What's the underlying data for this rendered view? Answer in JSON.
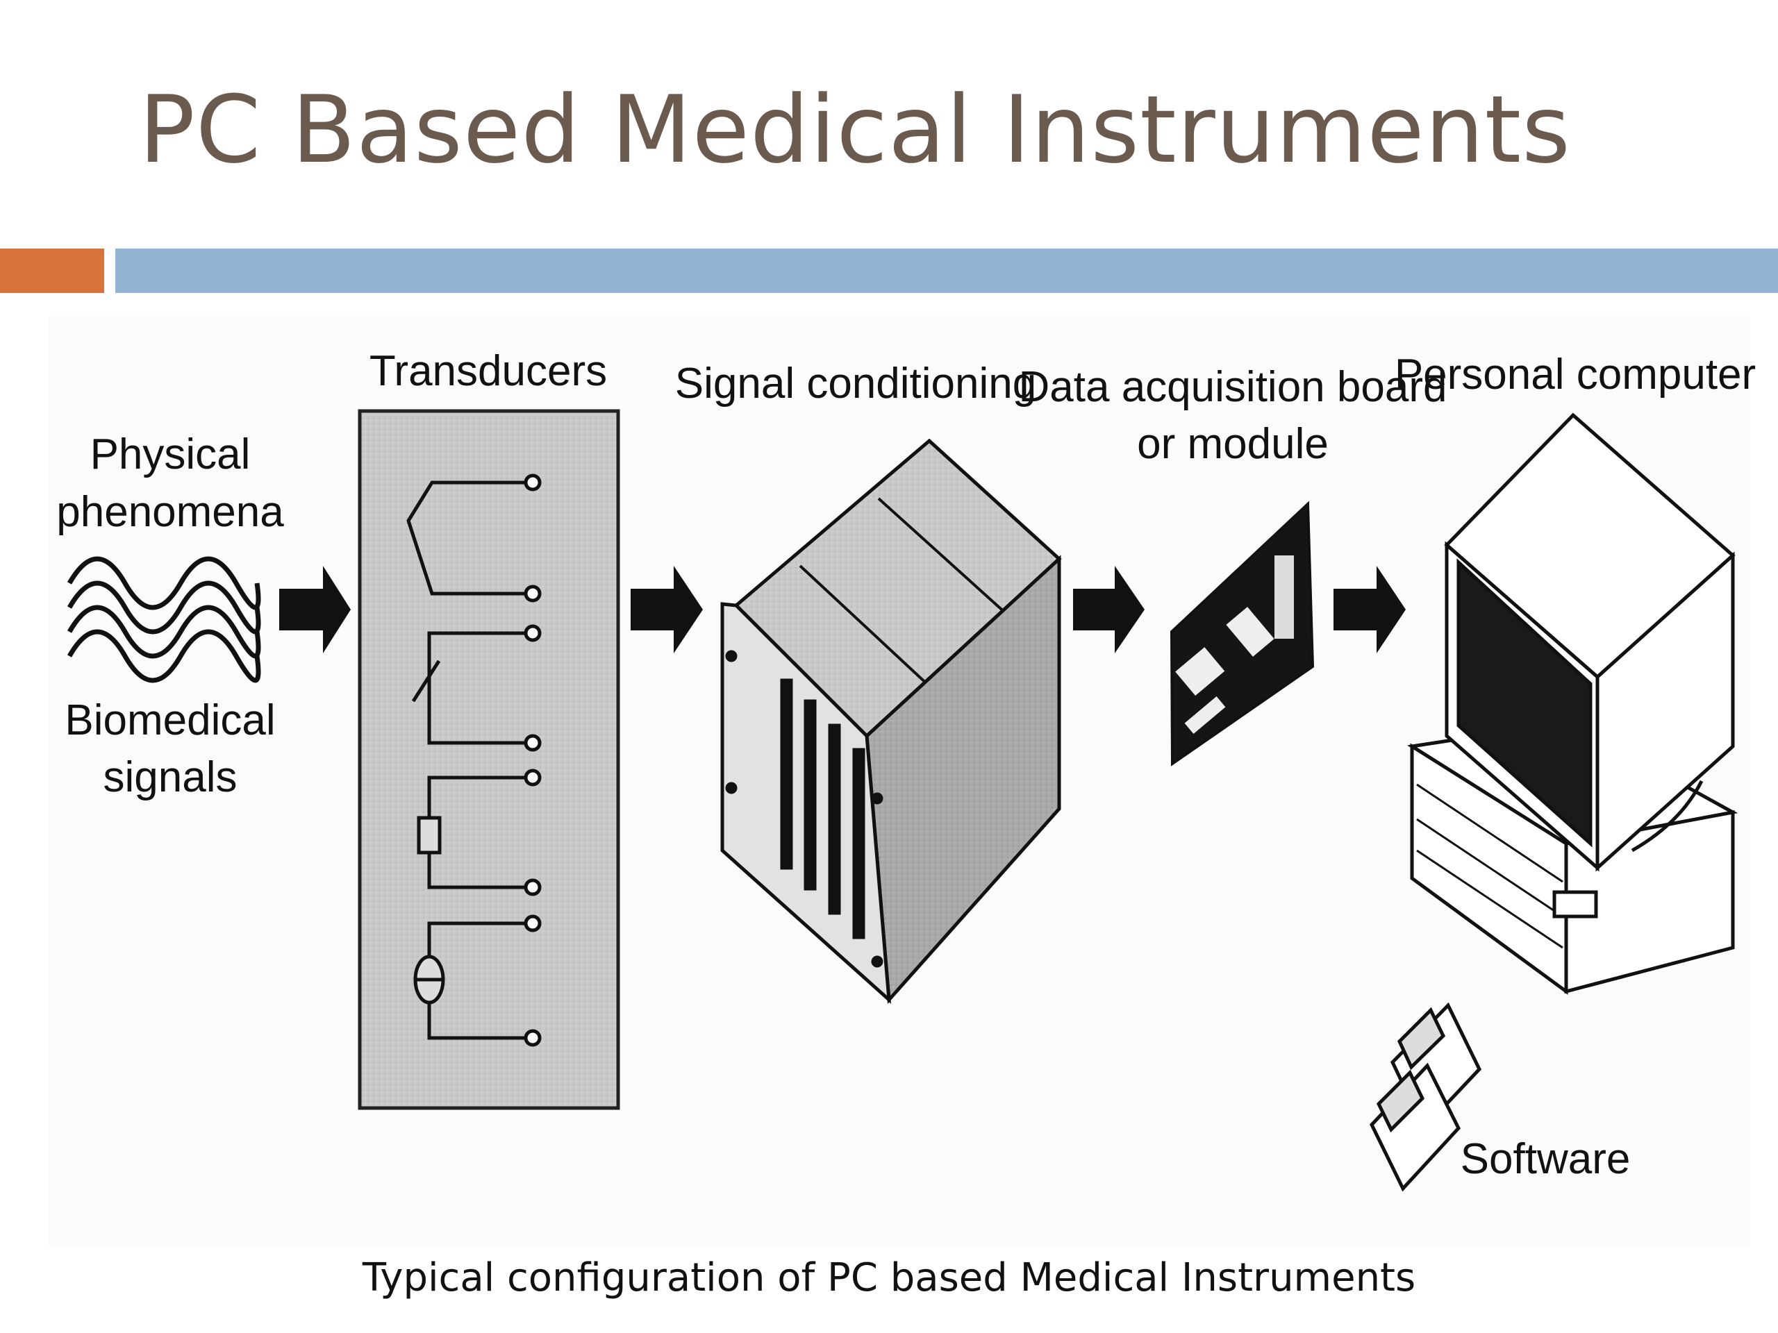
{
  "title": "PC Based Medical Instruments",
  "accent_colors": {
    "title": "#6b5a4e",
    "orange_bar": "#d8743b",
    "blue_bar": "#93b4d3"
  },
  "diagram": {
    "stages": {
      "physical_line1": "Physical",
      "physical_line2": "phenomena",
      "biomedical_line1": "Biomedical",
      "biomedical_line2": "signals",
      "transducers": "Transducers",
      "signal_conditioning": "Signal conditioning",
      "daq_line1": "Data acquisition board",
      "daq_line2": "or module",
      "personal_computer": "Personal computer",
      "software": "Software"
    }
  },
  "caption": "Typical configuration of PC based Medical Instruments"
}
